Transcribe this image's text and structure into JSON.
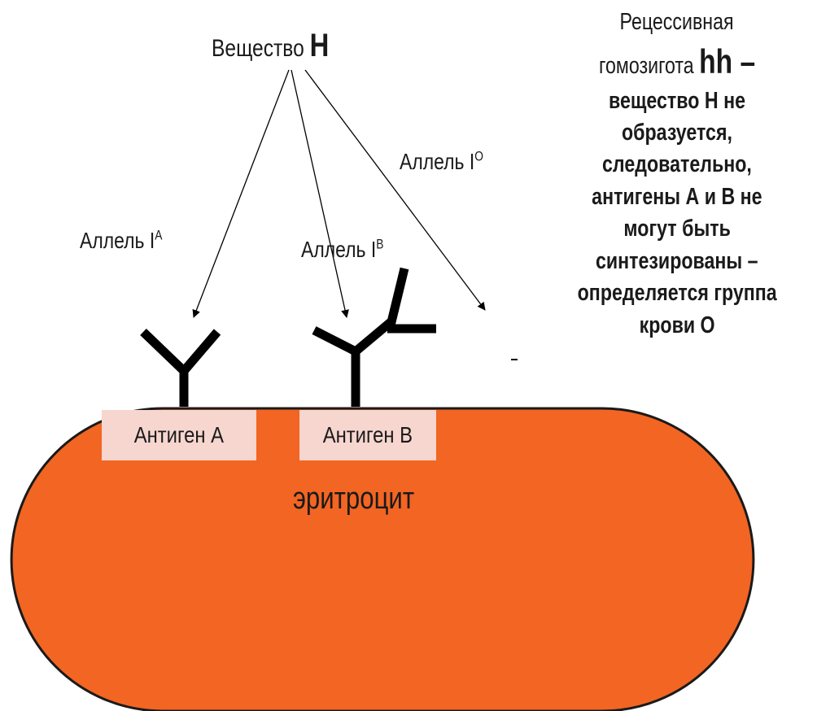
{
  "substance": {
    "text": "Вещество",
    "letter": "H"
  },
  "alleles": {
    "a": {
      "base": "Аллель I",
      "sup": "A"
    },
    "b": {
      "base": "Аллель I",
      "sup": "B"
    },
    "o": {
      "base": "Аллель I",
      "sup": "O"
    }
  },
  "antigens": {
    "a": "Антиген А",
    "b": "Антиген В"
  },
  "cell": {
    "label": "эритроцит"
  },
  "note": {
    "line1": "Рецессивная",
    "line2_text": "гомозигота",
    "line2_big": "hh –",
    "line3": "вещество Н не",
    "line4": "образуется,",
    "line5": "следовательно,",
    "line6": "антигены А и В не",
    "line7": "могут быть",
    "line8": "синтезированы –",
    "line9": "определяется группа",
    "line10": "крови О"
  },
  "colors": {
    "cell": "#f26522",
    "antigen_box": "#f6d6cf",
    "ink": "#000000"
  }
}
